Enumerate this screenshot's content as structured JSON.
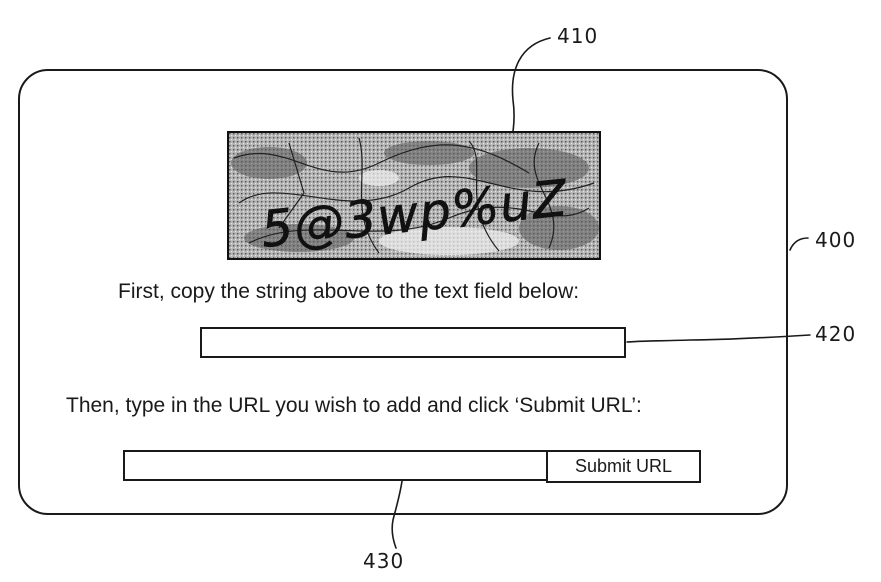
{
  "captcha": {
    "text": "5@3wp%uZ"
  },
  "instructions": {
    "step1": "First, copy the string above to the text field below:",
    "step2": "Then, type in the URL you wish to add and click ‘Submit URL’:"
  },
  "fields": {
    "captcha_value": "",
    "url_value": ""
  },
  "submit": {
    "label": "Submit URL"
  },
  "reference_numerals": {
    "captcha_image": "410",
    "panel": "400",
    "captcha_field": "420",
    "url_field": "430"
  }
}
